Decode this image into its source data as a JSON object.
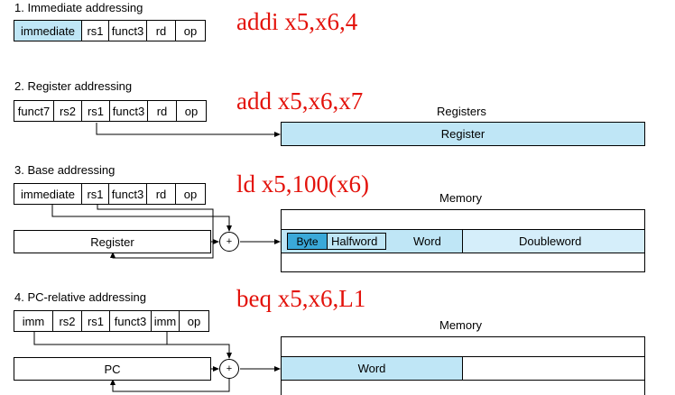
{
  "colors": {
    "code": "#e3120b",
    "field_highlight": "#bfe6f6",
    "memory_light": "#d5eefa",
    "byte": "#3aa9d9"
  },
  "sections": [
    {
      "title": "1.  Immediate addressing",
      "code": "addi x5,x6,4",
      "fields": [
        "immediate",
        "rs1",
        "funct3",
        "rd",
        "op"
      ]
    },
    {
      "title": "2. Register addressing",
      "code": "add x5,x6,x7",
      "fields": [
        "funct7",
        "rs2",
        "rs1",
        "funct3",
        "rd",
        "op"
      ],
      "target_label": "Registers",
      "target": "Register"
    },
    {
      "title": "3.  Base addressing",
      "code": "ld x5,100(x6)",
      "fields": [
        "immediate",
        "rs1",
        "funct3",
        "rd",
        "op"
      ],
      "source": "Register",
      "adder": "+",
      "target_label": "Memory",
      "memory": [
        "Byte",
        "Halfword",
        "Word",
        "Doubleword"
      ]
    },
    {
      "title": "4.  PC-relative addressing",
      "code": "beq x5,x6,L1",
      "fields": [
        "imm",
        "rs2",
        "rs1",
        "funct3",
        "imm",
        "op"
      ],
      "source": "PC",
      "adder": "+",
      "target_label": "Memory",
      "memory": [
        "Word"
      ]
    }
  ]
}
